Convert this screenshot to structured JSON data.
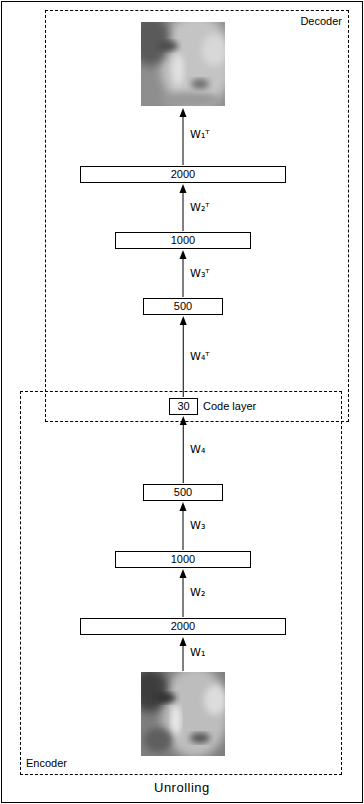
{
  "diagram": {
    "nodes": [
      {
        "text": [
          "Decoder"
        ]
      },
      {
        "text": [
          "2000"
        ],
        "in": 0
      },
      {
        "text": [
          "1000"
        ],
        "in": 0
      },
      {
        "text": [
          "500"
        ],
        "in": 0
      },
      {
        "text": [
          "30",
          "Code layer"
        ],
        "in": 0
      },
      {
        "text": [
          "Encoder"
        ]
      },
      {
        "text": [
          "500"
        ],
        "in": 5
      },
      {
        "text": [
          "1000"
        ],
        "in": 5
      },
      {
        "text": [
          "2000"
        ],
        "in": 5
      }
    ],
    "edges": [
      {
        "from": 8,
        "to": 7,
        "arrow": "to",
        "label": "W₂"
      },
      {
        "from": 7,
        "to": 6,
        "arrow": "to",
        "label": "W₃"
      },
      {
        "from": 6,
        "to": 4,
        "arrow": "to",
        "label": "W₄"
      },
      {
        "from": 4,
        "to": 3,
        "arrow": "to",
        "label": "W₄ᵀ"
      },
      {
        "from": 3,
        "to": 2,
        "arrow": "to",
        "label": "W₃ᵀ"
      },
      {
        "from": 2,
        "to": 1,
        "arrow": "to",
        "label": "W₂ᵀ"
      }
    ],
    "labels": [
      "W₁ᵀ",
      "W₁",
      "Unrolling"
    ]
  }
}
